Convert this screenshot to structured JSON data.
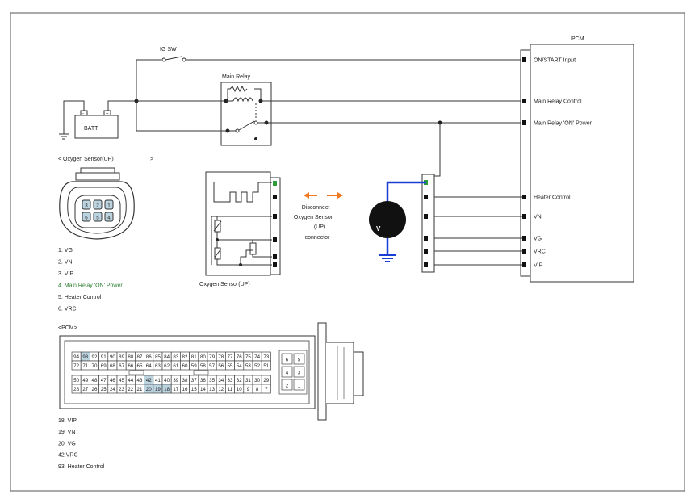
{
  "diagram": {
    "pcm": {
      "title": "PCM",
      "pins": [
        {
          "key": "on_start",
          "label": "ON/START Input"
        },
        {
          "key": "relay_ctrl",
          "label": "Main Relay Control"
        },
        {
          "key": "relay_power",
          "label": "Main Relay 'ON' Power"
        },
        {
          "key": "heater",
          "label": "Heater Control"
        },
        {
          "key": "vn",
          "label": "VN"
        },
        {
          "key": "vg",
          "label": "VG"
        },
        {
          "key": "vrc",
          "label": "VRC"
        },
        {
          "key": "vip",
          "label": "VIP"
        }
      ]
    },
    "ig_sw": "IG SW",
    "main_relay": "Main Relay",
    "battery": {
      "label": "BATT.",
      "neg": "-",
      "pos": "+"
    },
    "voltmeter": "V",
    "disconnect_note": [
      "Disconnect",
      "Oxygen Sensor",
      "(UP)",
      "connector"
    ],
    "sensor_label": "Oxygen Sensor(UP)",
    "connector_title": "< Oxygen Sensor(UP)",
    "connector_title_tail": ">",
    "connector_pins": [
      "3",
      "2",
      "1",
      "6",
      "5",
      "4"
    ],
    "sensor_pin_list": [
      {
        "text": "1. VG",
        "highlight": false
      },
      {
        "text": "2. VN",
        "highlight": false
      },
      {
        "text": "3. VIP",
        "highlight": false
      },
      {
        "text": "4.   Main Relay 'ON' Power",
        "highlight": true
      },
      {
        "text": "5.   Heater Control",
        "highlight": false
      },
      {
        "text": "6. VRC",
        "highlight": false
      }
    ],
    "pcm_connector_title": "<PCM>",
    "pcm_rows": [
      [
        "94",
        "93",
        "92",
        "91",
        "90",
        "89",
        "88",
        "87",
        "86",
        "85",
        "84",
        "83",
        "82",
        "81",
        "80",
        "79",
        "78",
        "77",
        "76",
        "75",
        "74",
        "73"
      ],
      [
        "72",
        "71",
        "70",
        "69",
        "68",
        "67",
        "66",
        "65",
        "64",
        "63",
        "62",
        "61",
        "60",
        "59",
        "58",
        "57",
        "56",
        "55",
        "54",
        "53",
        "52",
        "51"
      ],
      [
        "50",
        "49",
        "48",
        "47",
        "46",
        "45",
        "44",
        "43",
        "42",
        "41",
        "40",
        "39",
        "38",
        "37",
        "36",
        "35",
        "34",
        "33",
        "32",
        "31",
        "30",
        "29"
      ],
      [
        "28",
        "27",
        "26",
        "25",
        "24",
        "23",
        "22",
        "21",
        "20",
        "19",
        "18",
        "17",
        "16",
        "15",
        "14",
        "13",
        "12",
        "11",
        "10",
        "9",
        "8",
        "7"
      ]
    ],
    "pcm_highlight": [
      "93",
      "42",
      "20",
      "19",
      "18"
    ],
    "pcm_side_pins": [
      [
        "6",
        "5"
      ],
      [
        "4",
        "3"
      ],
      [
        "2",
        "1"
      ]
    ],
    "pcm_pin_list": [
      "18. VIP",
      "19. VN",
      "20. VG",
      "42.VRC",
      "93.    Heater Control"
    ],
    "colors": {
      "arrow": "#f07820",
      "probe": "#1a3fd6",
      "highlight": "#2e7d32",
      "pinfill": "#bcd3e0"
    }
  }
}
